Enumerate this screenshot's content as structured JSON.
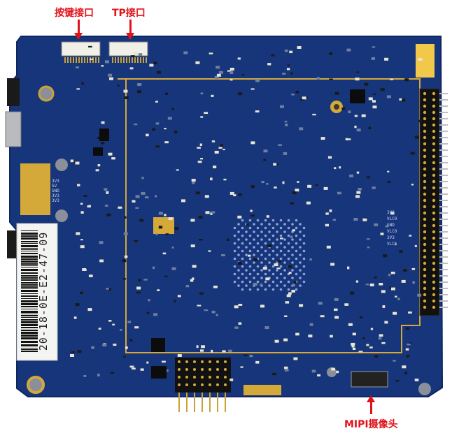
{
  "annotations": {
    "key_interface": "按键接口",
    "tp_interface": "TP接口",
    "mipi_camera": "MIPI摄像头"
  },
  "board": {
    "barcode_text": "20-18-0E-E2-47-09",
    "power_pins": [
      "3V3",
      "5V",
      "GND",
      "3V3",
      "3V3"
    ],
    "right_labels": [
      "3V3",
      "VLC0",
      "GND",
      "VLC0",
      "3V3",
      "VLC1"
    ],
    "colors": {
      "pcb": "#17357a",
      "pcb_edge": "#0f2660",
      "gold": "#d4a93a",
      "silk": "#c7d3f0",
      "annotation": "#e0121a"
    }
  }
}
